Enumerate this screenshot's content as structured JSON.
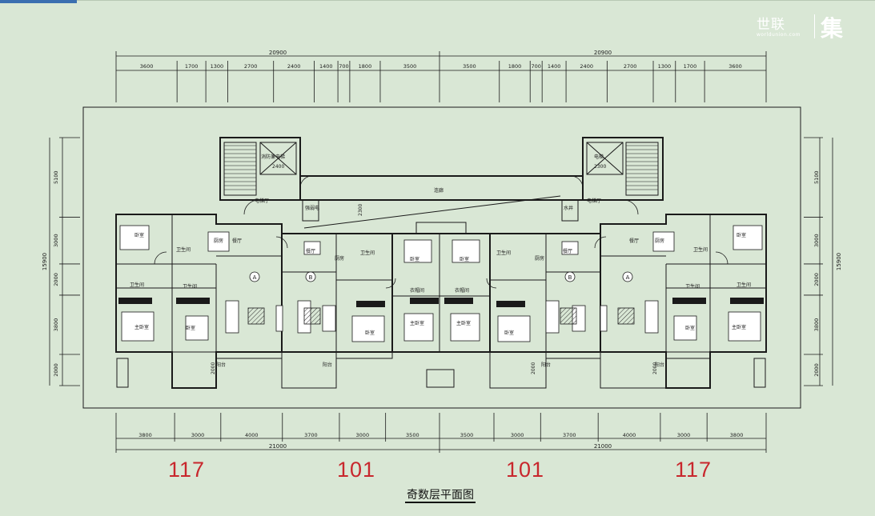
{
  "logo": {
    "brand": "世联",
    "subtitle": "worldunion.com",
    "mark": "集"
  },
  "dims_top": {
    "overall_left": "20900",
    "overall_right": "20900",
    "segments_left": [
      "3600",
      "1700",
      "1300",
      "2700",
      "2400",
      "1400",
      "700",
      "1800",
      "3500"
    ],
    "segments_right": [
      "3500",
      "1800",
      "700",
      "1400",
      "2400",
      "2700",
      "1300",
      "1700",
      "3600"
    ]
  },
  "dims_bottom": {
    "overall_left": "21000",
    "overall_right": "21000",
    "segments_left": [
      "3800",
      "3000",
      "4000",
      "3700",
      "3000",
      "3500"
    ],
    "segments_right": [
      "3500",
      "3000",
      "3700",
      "4000",
      "3000",
      "3800"
    ]
  },
  "dims_side": {
    "left_overall": "15900",
    "left_segments": [
      "5100",
      "3000",
      "2000",
      "3800",
      "2000"
    ],
    "right_overall": "15900",
    "right_segments": [
      "5100",
      "3000",
      "2000",
      "3800",
      "2000"
    ]
  },
  "room_labels": {
    "bedroom": "卧室",
    "master_bedroom": "主卧室",
    "kitchen": "厨房",
    "dining": "餐厅",
    "bath": "卫生间",
    "balcony": "阳台",
    "closet": "衣帽间",
    "elevator_hall": "电梯厅",
    "corridor": "连廊",
    "water_well": "水井",
    "strong_electric": "强弱电",
    "elevator_left": "消防兼电梯",
    "elevator_right": "电梯",
    "dim_2400": "2400",
    "dim_2300": "2300",
    "dim_2300b": "2300",
    "dim_2000": "2000"
  },
  "unit_types": {
    "A": "A",
    "B": "B"
  },
  "unit_numbers": [
    "117",
    "101",
    "101",
    "117"
  ],
  "plan_title": "奇数层平面图",
  "colors": {
    "background": "#d9e7d5",
    "line": "#1a1a1a",
    "unit_number": "#c8272d"
  }
}
